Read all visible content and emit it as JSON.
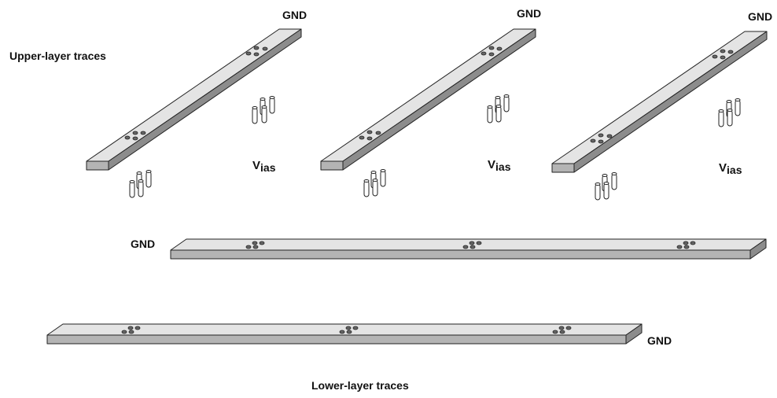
{
  "labels": {
    "upper": "Upper-layer traces",
    "lower": "Lower-layer traces",
    "gnd": "GND",
    "vias_main": "V",
    "vias_sub": "ias"
  },
  "colors": {
    "trace_top": "#e4e4e4",
    "trace_front": "#b4b4b4",
    "trace_end": "#8c8c8c",
    "outline": "#222222"
  }
}
